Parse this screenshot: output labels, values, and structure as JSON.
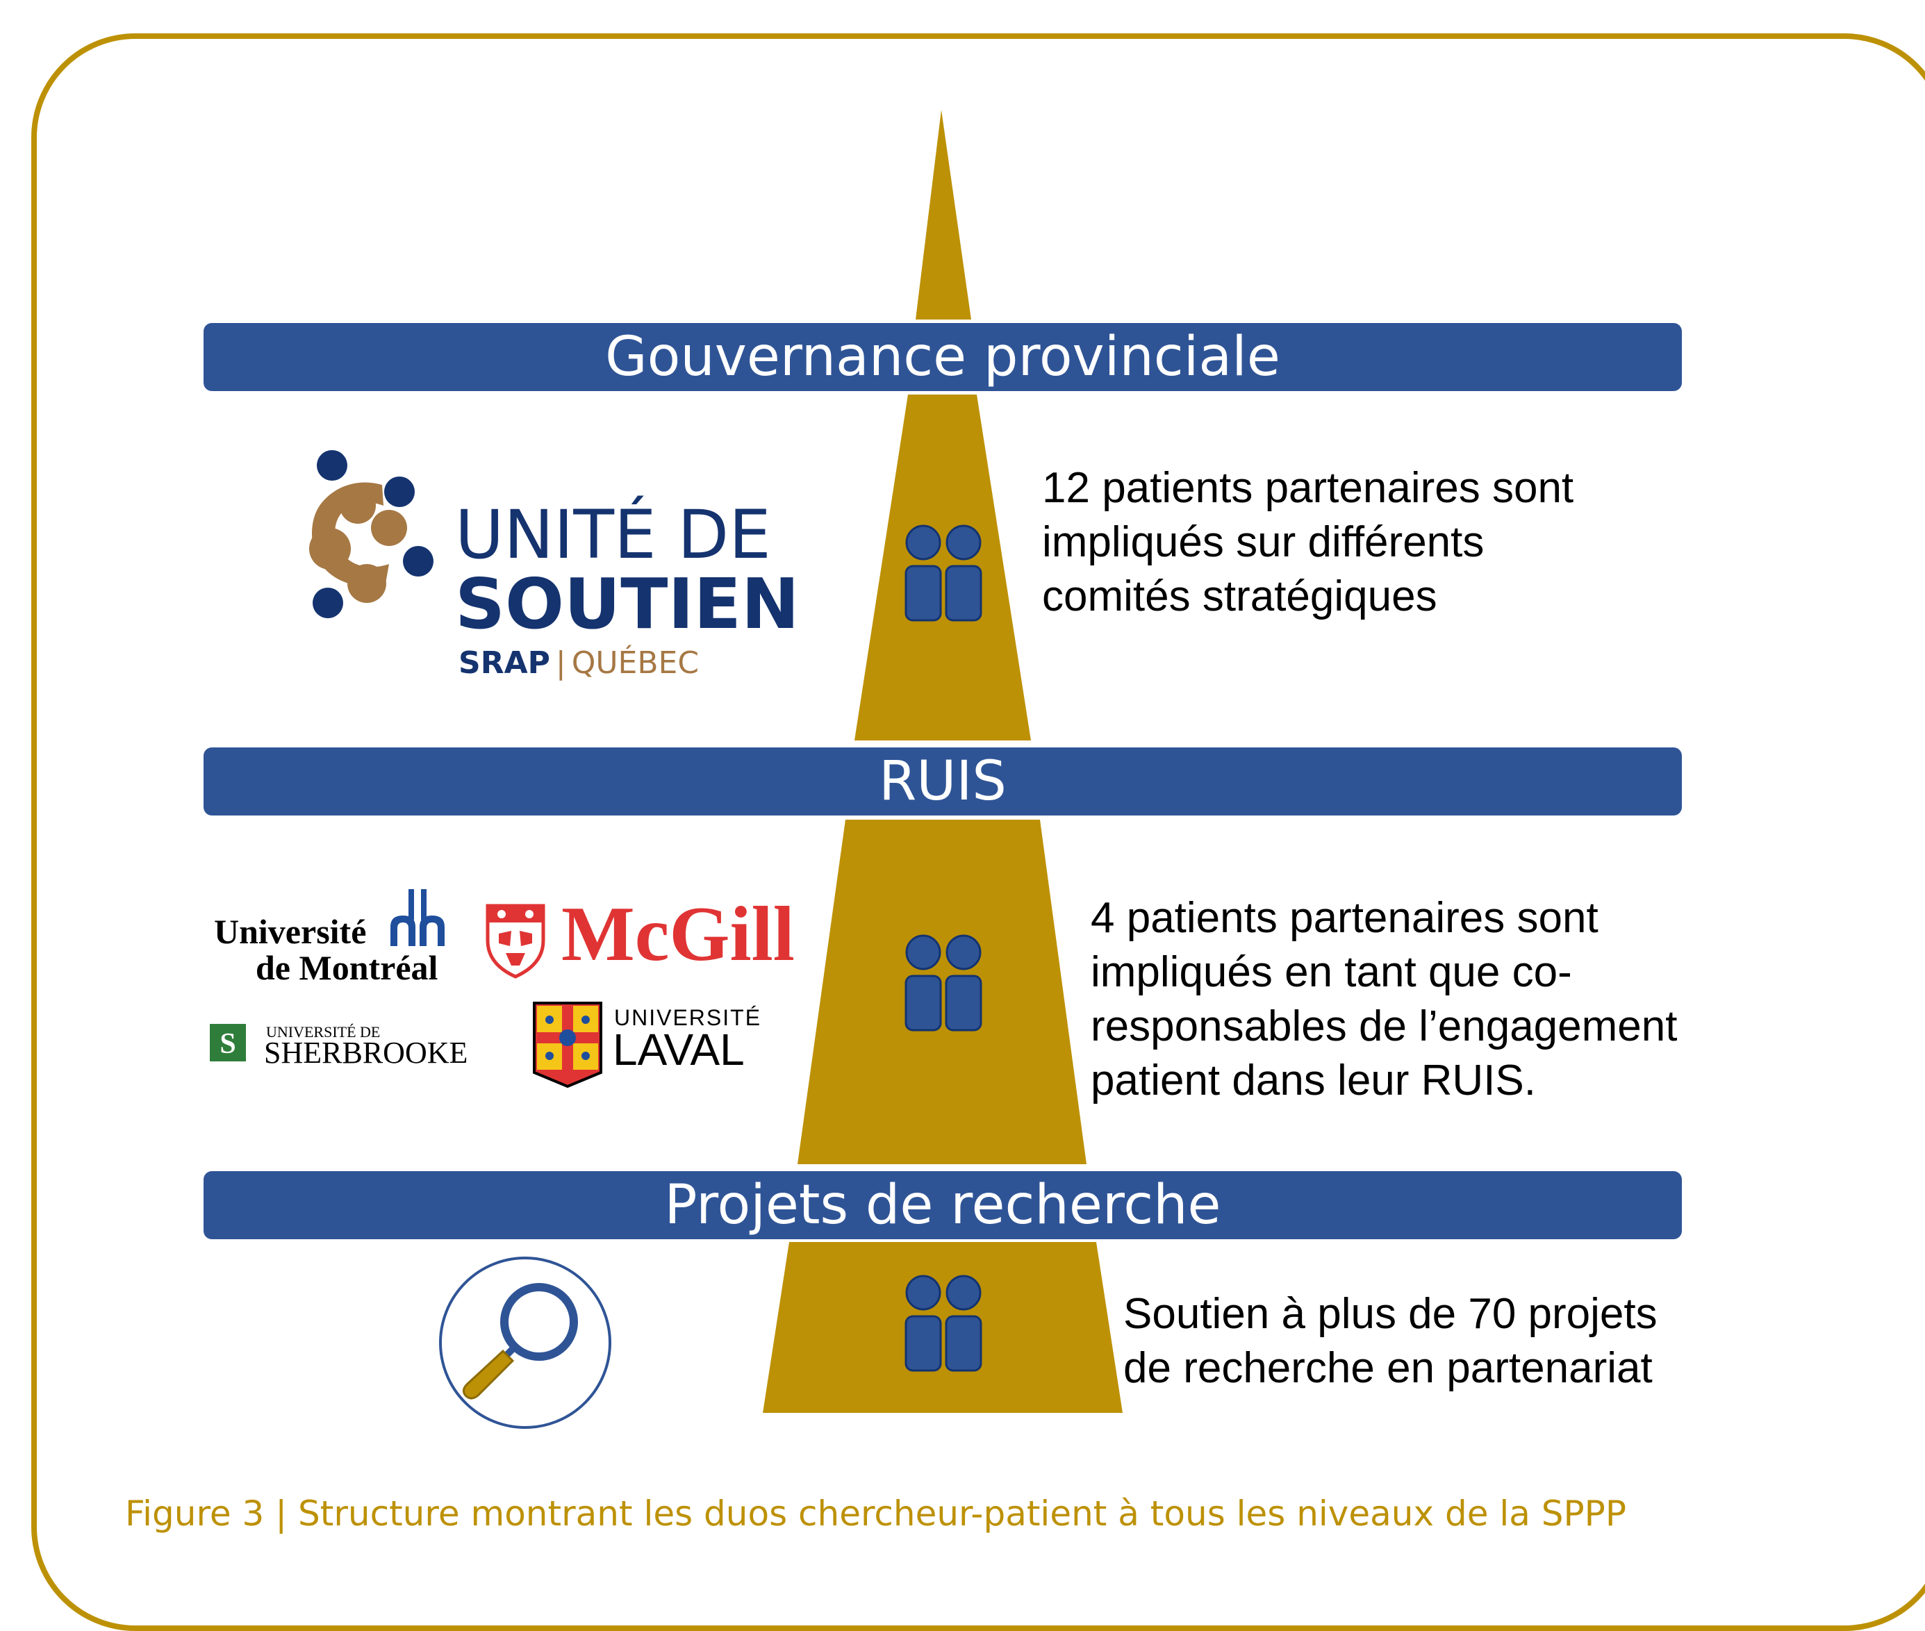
{
  "colors": {
    "gold": "#bd9106",
    "blue": "#2f5496",
    "navy": "#14336f",
    "brown": "#a67844",
    "mcgill_red": "#e03434",
    "sherbrooke_green": "#2f7d3a"
  },
  "levels": [
    {
      "title": "Gouvernance provinciale",
      "description": [
        "12 patients partenaires sont",
        "impliqués sur différents",
        "comités stratégiques"
      ],
      "icon": "patient-researcher-duo-icon"
    },
    {
      "title": "RUIS",
      "description": [
        "4 patients partenaires sont",
        "impliqués en tant que co-",
        "responsables de l’engagement",
        "patient dans leur RUIS."
      ],
      "icon": "patient-researcher-duo-icon"
    },
    {
      "title": "Projets de recherche",
      "description": [
        "Soutien à plus de 70 projets",
        "de recherche en partenariat"
      ],
      "icon": "patient-researcher-duo-icon"
    }
  ],
  "logos": {
    "unite_de_soutien": {
      "line1": "UNITÉ DE",
      "line2": "SOUTIEN",
      "srap": "SRAP",
      "separator": "|",
      "quebec": "QUÉBEC"
    },
    "montreal": {
      "line1": "Université",
      "line2": "de Montréal"
    },
    "mcgill": {
      "name": "McGill"
    },
    "sherbrooke": {
      "line1": "UNIVERSITÉ DE",
      "line2": "SHERBROOKE"
    },
    "laval": {
      "line1": "UNIVERSITÉ",
      "line2": "LAVAL"
    }
  },
  "research_icon": "magnifying-glass-icon",
  "caption": "Figure 3 | Structure montrant les duos chercheur-patient à tous les niveaux de la SPPP"
}
